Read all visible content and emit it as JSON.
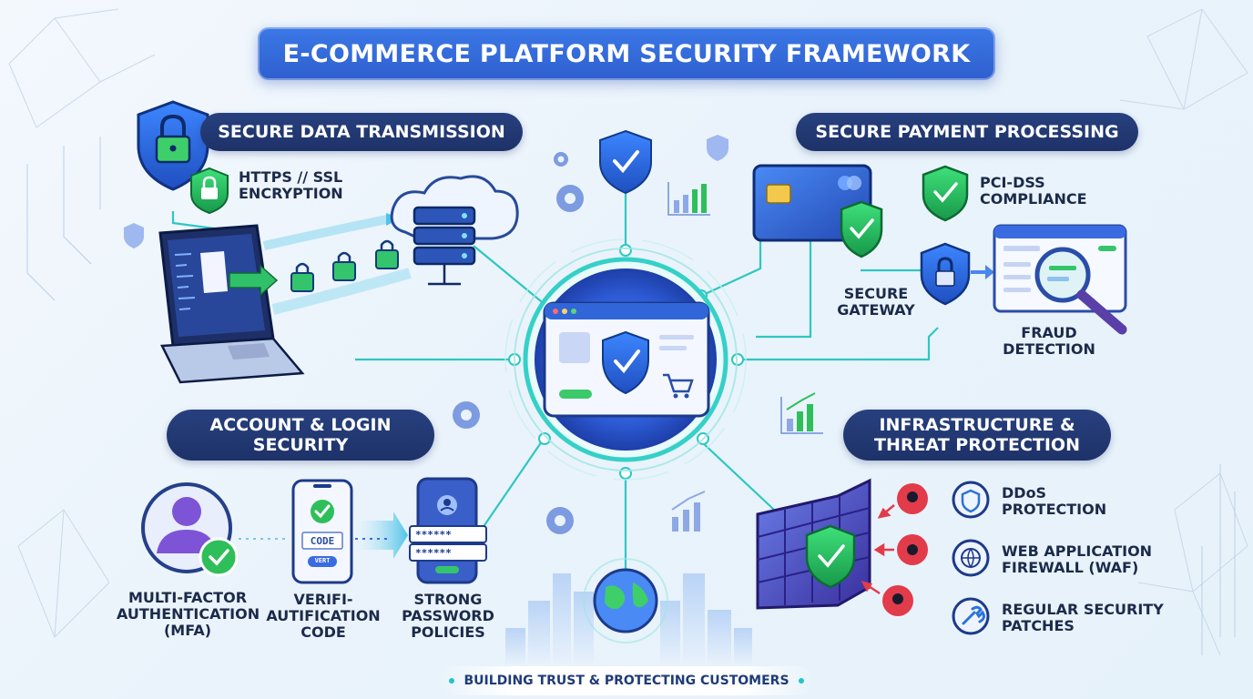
{
  "title": "E-COMMERCE PLATFORM SECURITY FRAMEWORK",
  "sections": {
    "data_transmission": {
      "heading": "SECURE DATA TRANSMISSION",
      "https_label": "HTTPS // SSL\nENCRYPTION"
    },
    "payment": {
      "heading": "SECURE PAYMENT PROCESSING",
      "pci_label": "PCI-DSS\nCOMPLIANCE",
      "gateway_label": "SECURE\nGATEWAY",
      "fraud_label": "FRAUD\nDETECTION"
    },
    "account": {
      "heading": "ACCOUNT & LOGIN\nSECURITY",
      "mfa_label": "MULTI-FACTOR\nAUTHENTICATION\n(MFA)",
      "verify_label": "VERIFI-\nAUTIFICATION\nCODE",
      "password_label": "STRONG\nPASSWORD\nPOLICIES",
      "code_text": "CODE",
      "vert_text": "VERT",
      "password_mask": "******"
    },
    "infrastructure": {
      "heading": "INFRASTRUCTURE &\nTHREAT PROTECTION",
      "items": [
        {
          "label": "DDoS\nPROTECTION",
          "icon": "shield-icon"
        },
        {
          "label": "WEB APPLICATION\nFIREWALL (WAF)",
          "icon": "globe-icon"
        },
        {
          "label": "REGULAR SECURITY\nPATCHES",
          "icon": "wrench-icon"
        }
      ]
    }
  },
  "footer": "BUILDING TRUST & PROTECTING CUSTOMERS",
  "colors": {
    "accent": "#2f5fcf",
    "navy": "#1e3269",
    "green": "#2fbf5a",
    "teal": "#22c3c9",
    "threat_red": "#e23b4a"
  }
}
